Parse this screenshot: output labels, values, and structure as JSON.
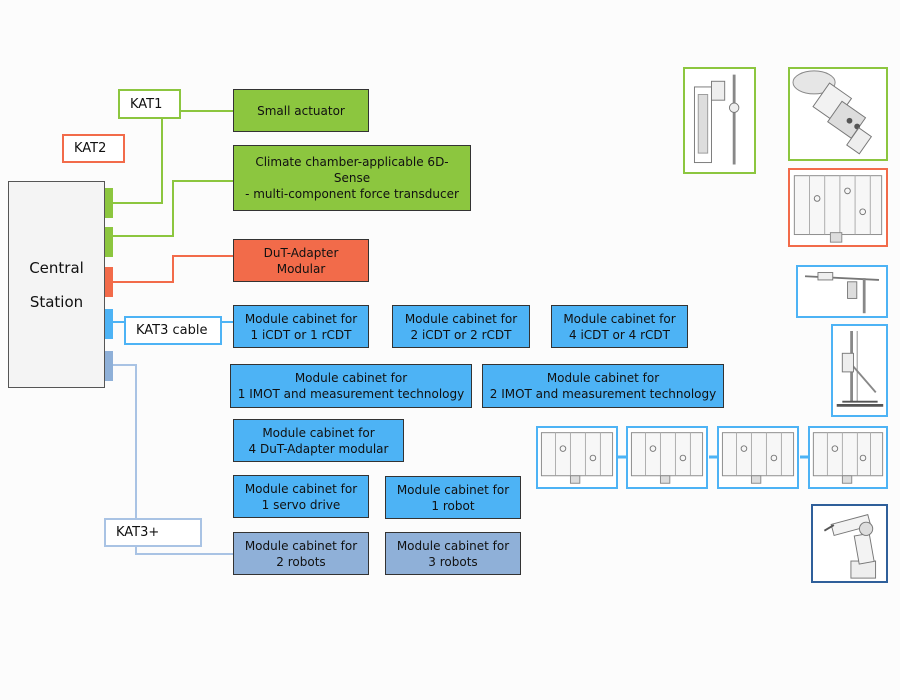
{
  "colors": {
    "kat1_green": "#8cc63f",
    "kat2_orange": "#f26b4a",
    "kat3_blue": "#4db3f5",
    "kat3plus_steel": "#8fb0d8",
    "dark_blue_frame": "#2f5f9a"
  },
  "central_station": {
    "label": "Central\nStation"
  },
  "categories": {
    "kat1": "KAT1",
    "kat2": "KAT2",
    "kat3_cable": "KAT3 cable",
    "kat3_plus": "KAT3+"
  },
  "boxes": {
    "small_actuator": "Small actuator",
    "climate_chamber": "Climate chamber-applicable 6D-Sense\n- multi-component force transducer",
    "dut_adapter": "DuT-Adapter\nModular",
    "mc_1icdt": "Module cabinet for\n1 iCDT or 1 rCDT",
    "mc_2icdt": "Module cabinet for\n2 iCDT or 2 rCDT",
    "mc_4icdt": "Module cabinet for\n4 iCDT or 4 rCDT",
    "mc_1imot": "Module cabinet for\n1 IMOT and measurement technology",
    "mc_2imot": "Module cabinet for\n2 IMOT and measurement technology",
    "mc_4dut": "Module cabinet for\n4 DuT-Adapter modular",
    "mc_1servo": "Module cabinet for\n1 servo drive",
    "mc_1robot": "Module cabinet for\n1 robot",
    "mc_2robots": "Module cabinet for\n2 robots",
    "mc_3robots": "Module cabinet for\n3 robots"
  },
  "images": [
    "small-actuator-photo",
    "force-transducer-photo",
    "dut-adapter-rack-photo",
    "rig-on-stand-photo",
    "tall-test-stand-photo",
    "chained-module-racks-photo",
    "industrial-robot-photo"
  ]
}
